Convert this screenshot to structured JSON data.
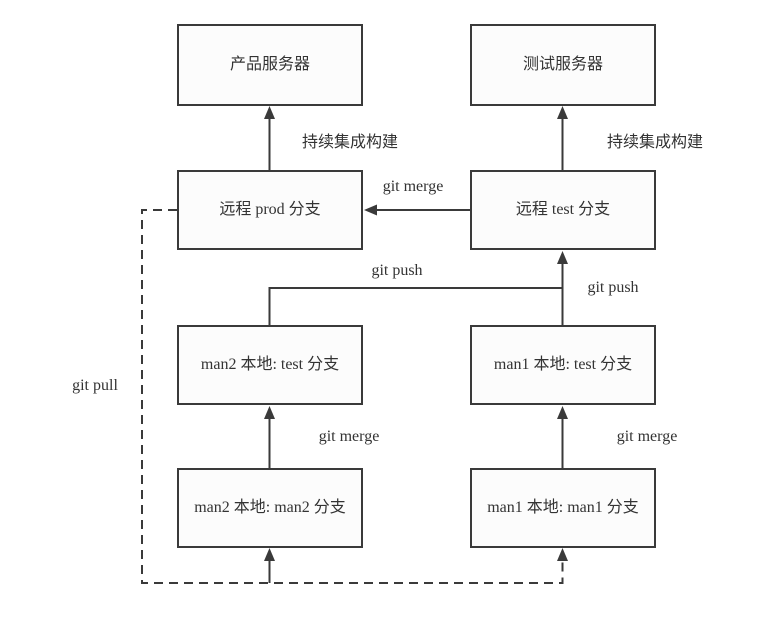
{
  "diagram": {
    "title": "git branch workflow diagram",
    "colors": {
      "background": "#ffffff",
      "stroke": "#3a3a3a",
      "text": "#333333",
      "node_fill": "#fcfcfc"
    },
    "nodes": [
      {
        "id": "product-server",
        "label": "产品服务器"
      },
      {
        "id": "test-server",
        "label": "测试服务器"
      },
      {
        "id": "remote-prod-branch",
        "label": "远程 prod 分支"
      },
      {
        "id": "remote-test-branch",
        "label": "远程 test 分支"
      },
      {
        "id": "man2-local-test",
        "label": "man2 本地: test 分支"
      },
      {
        "id": "man1-local-test",
        "label": "man1 本地: test 分支"
      },
      {
        "id": "man2-local-man2",
        "label": "man2 本地: man2 分支"
      },
      {
        "id": "man1-local-man1",
        "label": "man1 本地: man1 分支"
      }
    ],
    "edge_labels": [
      {
        "id": "ci-build-left",
        "text": "持续集成构建"
      },
      {
        "id": "ci-build-right",
        "text": "持续集成构建"
      },
      {
        "id": "git-merge-top",
        "text": "git merge"
      },
      {
        "id": "git-push-left",
        "text": "git push"
      },
      {
        "id": "git-push-right",
        "text": "git push"
      },
      {
        "id": "git-merge-left",
        "text": "git merge"
      },
      {
        "id": "git-merge-right",
        "text": "git merge"
      },
      {
        "id": "git-pull",
        "text": "git pull"
      }
    ],
    "edges": [
      {
        "from": "remote-prod-branch",
        "to": "product-server",
        "label": "持续集成构建",
        "style": "solid"
      },
      {
        "from": "remote-test-branch",
        "to": "test-server",
        "label": "持续集成构建",
        "style": "solid"
      },
      {
        "from": "remote-test-branch",
        "to": "remote-prod-branch",
        "label": "git merge",
        "style": "solid"
      },
      {
        "from": "man2-local-test",
        "to": "remote-test-branch",
        "label": "git push",
        "style": "solid"
      },
      {
        "from": "man1-local-test",
        "to": "remote-test-branch",
        "label": "git push",
        "style": "solid"
      },
      {
        "from": "man2-local-man2",
        "to": "man2-local-test",
        "label": "git merge",
        "style": "solid"
      },
      {
        "from": "man1-local-man1",
        "to": "man1-local-test",
        "label": "git merge",
        "style": "solid"
      },
      {
        "from": "remote-prod-branch",
        "to": "man2-local-man2",
        "label": "git pull",
        "style": "dashed"
      },
      {
        "from": "remote-prod-branch",
        "to": "man1-local-man1",
        "label": "git pull",
        "style": "dashed"
      }
    ]
  }
}
